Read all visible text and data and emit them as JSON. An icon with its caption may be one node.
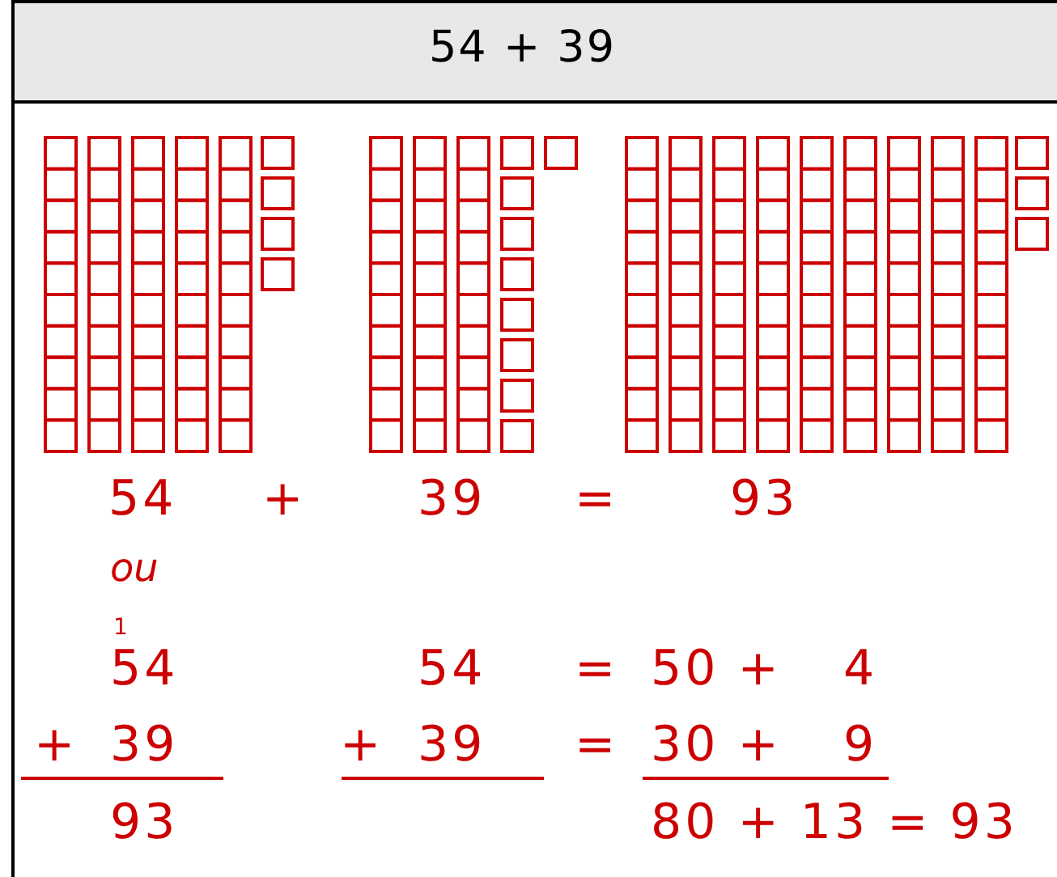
{
  "diagram": {
    "title": "54 + 39",
    "labels": [
      "54",
      "+",
      "39",
      "=",
      "93",
      "ou",
      "1",
      "54",
      "54",
      "=",
      "50 +",
      "4",
      "+",
      "39",
      "+",
      "39",
      "=",
      "30 +",
      "9",
      "93",
      "80 + 13 = 93"
    ]
  }
}
